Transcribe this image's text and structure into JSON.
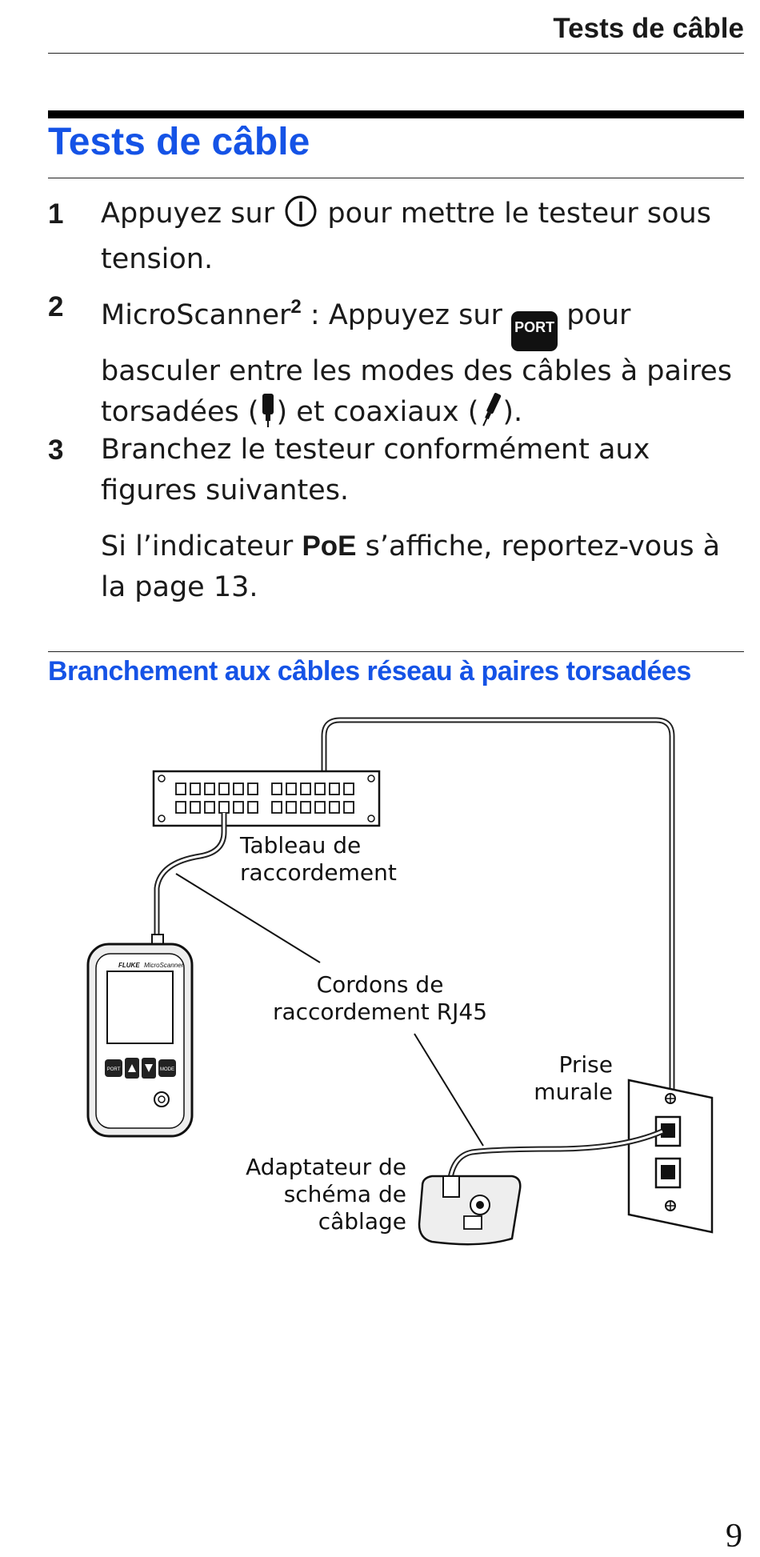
{
  "header": {
    "running_title": "Tests de câble"
  },
  "page": {
    "title": "Tests de câble",
    "number": "9"
  },
  "steps": [
    {
      "num": "1",
      "before": "Appuyez sur",
      "after": "pour mettre le testeur sous tension."
    },
    {
      "num": "2",
      "product": "MicroScanner",
      "sup": "2",
      "before": ": Appuyez sur",
      "key": "PORT",
      "after_1": "pour basculer entre les modes des câbles à paires torsadées (",
      "after_2": ") et coaxiaux (",
      "after_3": ")."
    },
    {
      "num": "3",
      "text": "Branchez le testeur conformément aux figures suivantes.",
      "note_before": "Si l’indicateur",
      "note_bold": "PoE",
      "note_after": "s’affiche, reportez-vous à la page 13."
    }
  ],
  "section": {
    "title": "Branchement aux câbles réseau à paires torsadées"
  },
  "figure": {
    "labels": {
      "patch_panel_1": "Tableau de",
      "patch_panel_2": "raccordement",
      "cords_1": "Cordons de",
      "cords_2": "raccordement RJ45",
      "wall_1": "Prise",
      "wall_2": "murale",
      "adapter_1": "Adaptateur de",
      "adapter_2": "schéma de",
      "adapter_3": "câblage"
    },
    "device_brand": "FLUKE",
    "device_model": "MicroScanner",
    "device_keys": [
      "PORT",
      "MODE"
    ]
  },
  "icons": [
    "power-icon",
    "twisted-pair-icon",
    "coax-icon",
    "port-key"
  ]
}
